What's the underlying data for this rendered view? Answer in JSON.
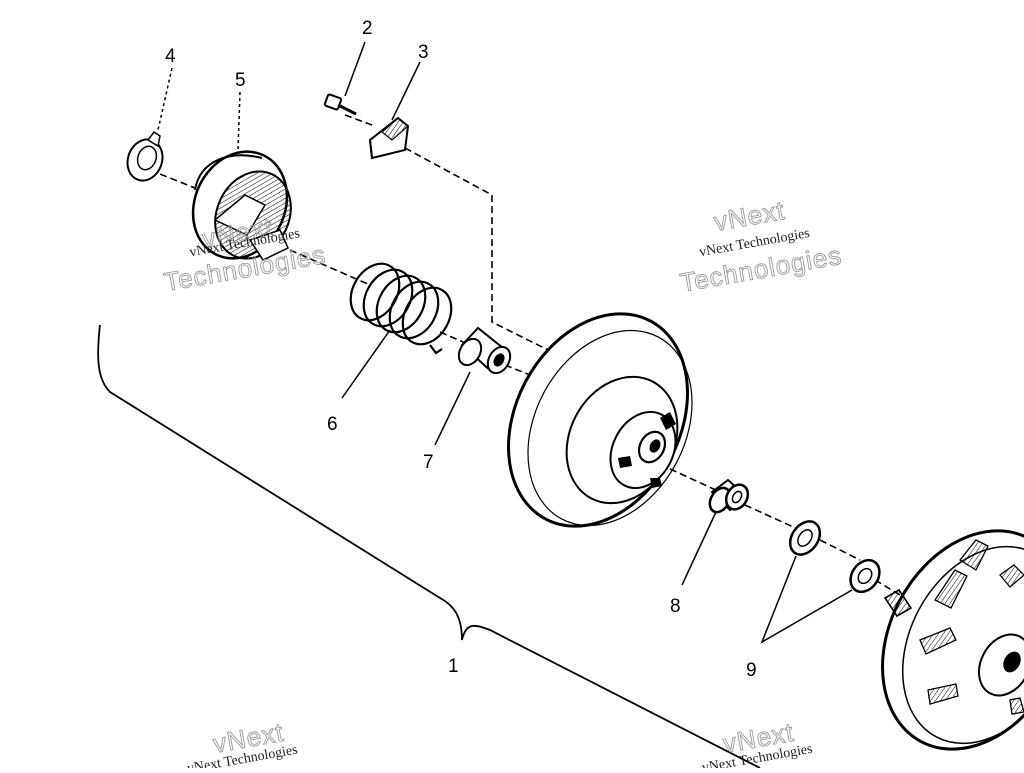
{
  "callouts": {
    "c1": "1",
    "c2": "2",
    "c3": "3",
    "c4": "4",
    "c5": "5",
    "c6": "6",
    "c7": "7",
    "c8": "8",
    "c9": "9"
  },
  "watermark": {
    "line1": "vNext Technologies",
    "brand": "vNext",
    "sub": "Technologies"
  },
  "colors": {
    "ink": "#000000",
    "paper": "#ffffff",
    "watermark": "#9a9a9a"
  }
}
